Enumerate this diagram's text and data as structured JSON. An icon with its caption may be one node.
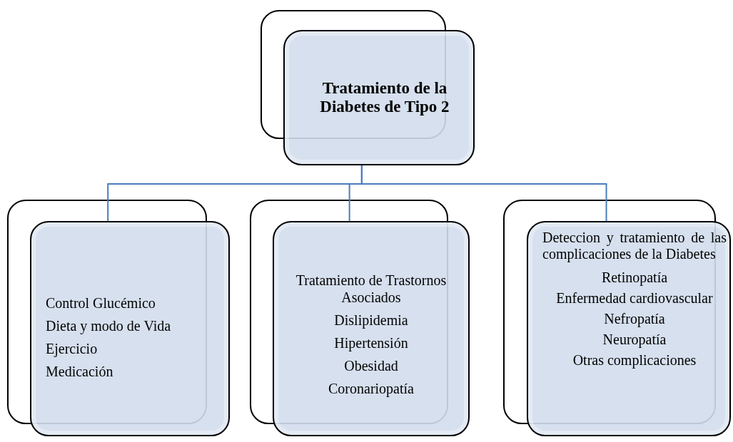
{
  "diagram": {
    "nodes": [
      {
        "text": [
          "Tratamiento de la Diabetes de Tipo 2"
        ]
      },
      {
        "text": [
          "Control Glucémico",
          "Dieta y modo de Vida",
          "Ejercicio",
          "Medicación"
        ]
      },
      {
        "text": [
          "Tratamiento de Trastornos Asociados",
          "Dislipidemia",
          "Hipertensión",
          "Obesidad",
          "Coronariopatía"
        ]
      },
      {
        "text": [
          "Deteccion y tratamiento de las complicaciones de la Diabetes",
          "Retinopatía",
          "Enfermedad cardiovascular",
          "Nefropatía",
          "Neuropatía",
          "Otras complicaciones"
        ]
      }
    ],
    "edges": [
      {
        "from": 0,
        "to": 1,
        "arrow": "none"
      },
      {
        "from": 0,
        "to": 2,
        "arrow": "none"
      },
      {
        "from": 0,
        "to": 3,
        "arrow": "none"
      }
    ]
  }
}
